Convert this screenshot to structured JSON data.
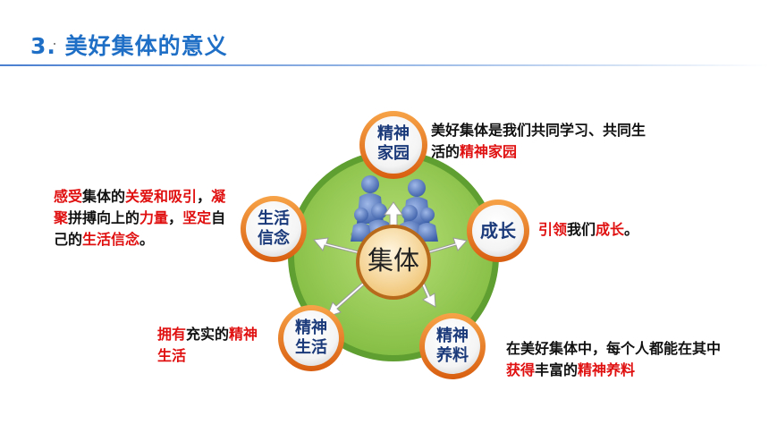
{
  "title": "3. 美好集体的意义",
  "center": "集体",
  "nodes": {
    "spiritual_home": "精神\n家园",
    "growth": "成长",
    "spiritual_nourishment": "精神\n养料",
    "spiritual_life": "精神\n生活",
    "life_belief": "生活\n信念"
  },
  "descriptions": {
    "spiritual_home": {
      "pre": "美好集体是我们共同学习、共同生活的",
      "hl": "精神家园"
    },
    "growth": {
      "hl1": "引领",
      "mid": "我们",
      "hl2": "成长",
      "post": "。"
    },
    "spiritual_nourishment": {
      "pre": "在美好集体中，每个人都能在其中",
      "hl1": "获得",
      "mid": "丰富的",
      "hl2": "精神养料"
    },
    "spiritual_life": {
      "hl1": "拥有",
      "mid": "充实的",
      "hl2": "精神生活"
    },
    "life_belief": {
      "p1": "感受",
      "p2": "集体的",
      "p3": "关爱和吸引",
      "p4": "，",
      "p5": "凝聚",
      "p6": "拼搏向上的",
      "p7": "力量",
      "p8": "，",
      "p9": "坚定",
      "p10": "自己的",
      "p11": "生活信念",
      "p12": "。"
    }
  },
  "colors": {
    "title": "#1f6fc6",
    "outer_ring": "#6fb03a",
    "inner_fill": "#9dd05a",
    "node_ring": "#e87722",
    "highlight": "#e01010",
    "node_text": "#1b3a7a"
  },
  "icon": "people-group-icon"
}
